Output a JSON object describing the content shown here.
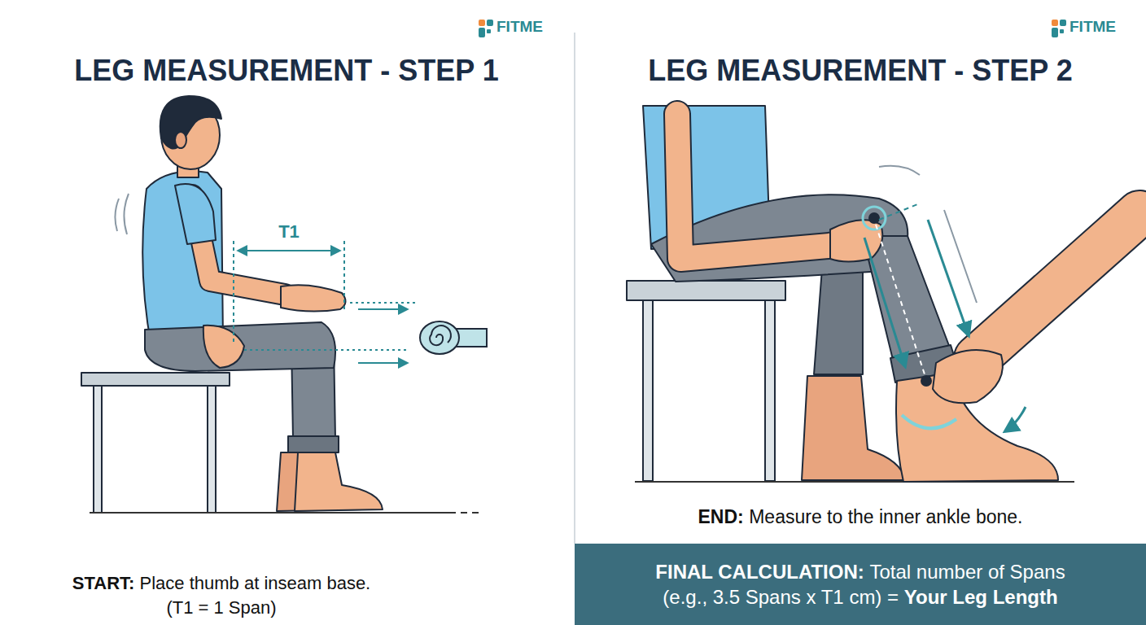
{
  "diagram": {
    "nodes": [
      {
        "text": [
          "FINAL CALCULATION:",
          "Total number of Spans",
          "(e.g., 3.5 Spans x T1 cm) =",
          "Your Leg Length"
        ]
      }
    ],
    "labels": [
      "FITME",
      "LEG MEASUREMENT - STEP 1",
      "T1",
      "START:",
      "Place thumb at inseam base.",
      "(T1 = 1 Span)",
      "FITME",
      "LEG MEASUREMENT - STEP 2",
      "END:",
      "Measure to the inner ankle bone."
    ]
  }
}
